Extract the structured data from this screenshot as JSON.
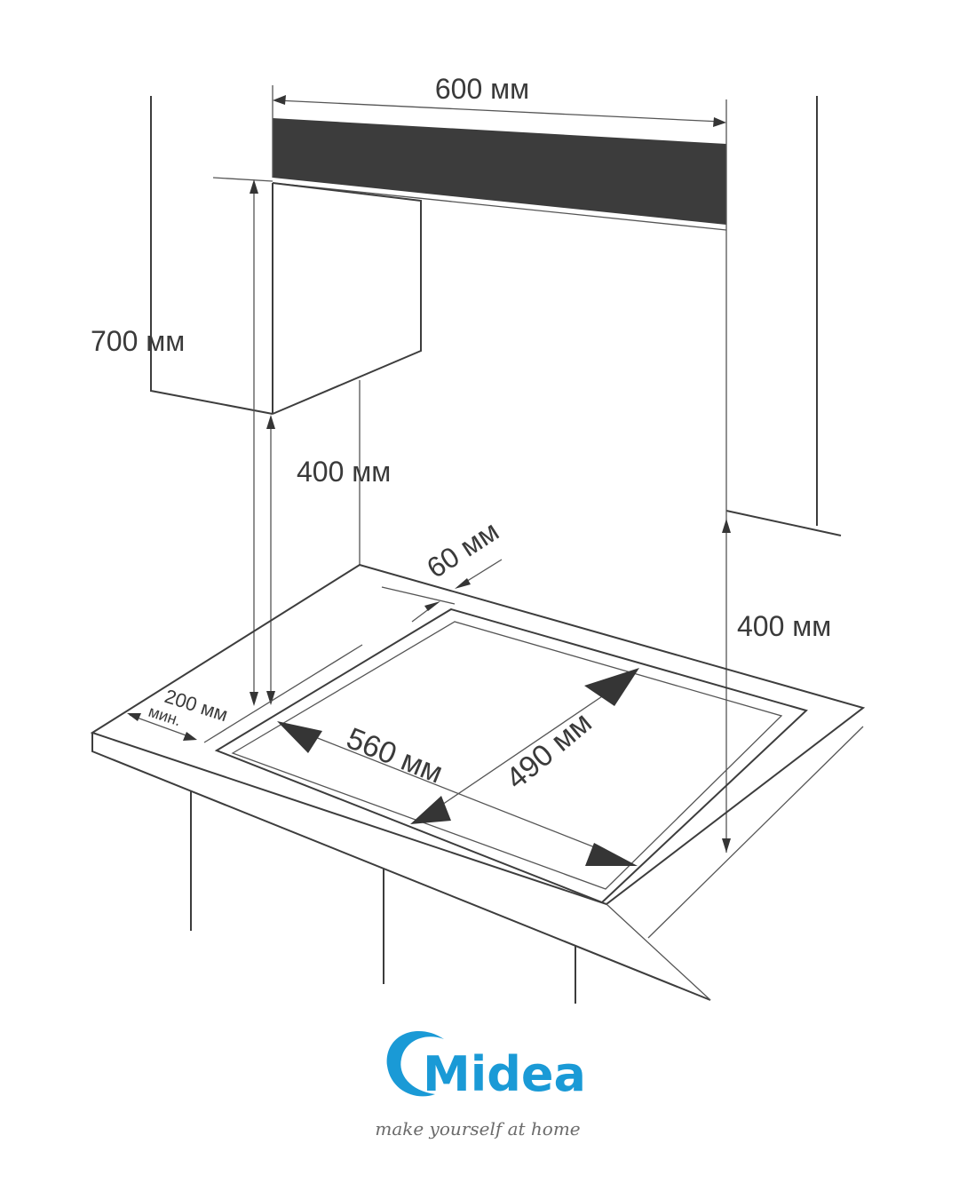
{
  "labels": {
    "hood_width": "600 мм",
    "min_height": "700 мм",
    "side_clearance_left": "400 мм",
    "side_clearance_right": "400 мм",
    "back_gap": "60 мм",
    "front_gap_value": "200 мм",
    "front_gap_note": "мин.",
    "cutout_width": "560 мм",
    "cutout_depth": "490 мм"
  },
  "brand": {
    "name": "Midea",
    "tagline": "make yourself at home",
    "color": "#1a9ad6"
  },
  "colors": {
    "line": "#3d3d3d",
    "hood_fill": "#3c3c3c",
    "text": "#3a3a3a"
  }
}
